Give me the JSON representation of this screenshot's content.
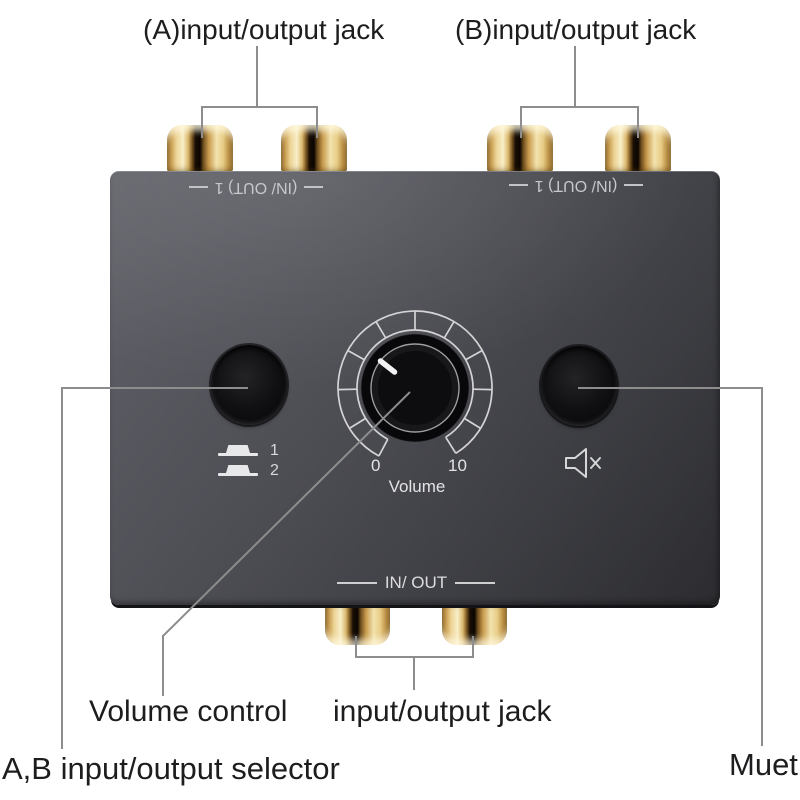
{
  "annotations": {
    "top_left": "(A)input/output jack",
    "top_right": "(B)input/output jack",
    "volume_control": "Volume control",
    "io_jack": "input/output jack",
    "ab_selector": "A,B input/output selector",
    "mute": "Muet"
  },
  "device": {
    "rear_label_a": "(IN/ OUT) 1",
    "rear_label_b": "(IN/ OUT) 1",
    "front_label": "IN/ OUT",
    "volume_scale": {
      "min": "0",
      "max": "10",
      "label": "Volume"
    },
    "selector": {
      "option1": "1",
      "option2": "2"
    },
    "icons": {
      "left_button_icon": "ab-selector-icon",
      "right_button_icon": "speaker-mute-icon"
    },
    "colors": {
      "body": "#4a4b51",
      "jack_gold": "#e9cf8f",
      "knob_black": "#0a0a0c",
      "scale_ring": "#d4d4d6",
      "leader_line": "#8d8d8d",
      "label_text": "#1d1d1f"
    }
  }
}
